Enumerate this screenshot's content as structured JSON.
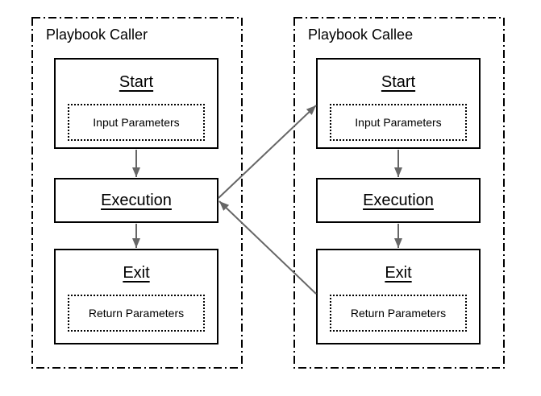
{
  "colors": {
    "box_border": "#000000",
    "container_border": "#000000",
    "arrow": "#666666",
    "background": "#ffffff"
  },
  "containers": [
    {
      "title": "Playbook Caller",
      "nodes": [
        {
          "label": "Start",
          "param": "Input Parameters"
        },
        {
          "label": "Execution"
        },
        {
          "label": "Exit",
          "param": "Return Parameters"
        }
      ]
    },
    {
      "title": "Playbook Callee",
      "nodes": [
        {
          "label": "Start",
          "param": "Input Parameters"
        },
        {
          "label": "Execution"
        },
        {
          "label": "Exit",
          "param": "Return Parameters"
        }
      ]
    }
  ],
  "edges": [
    {
      "from": "caller-start",
      "to": "caller-execution"
    },
    {
      "from": "caller-execution",
      "to": "caller-exit"
    },
    {
      "from": "callee-start",
      "to": "callee-execution"
    },
    {
      "from": "callee-execution",
      "to": "callee-exit"
    },
    {
      "from": "caller-execution",
      "to": "callee-start"
    },
    {
      "from": "callee-exit",
      "to": "caller-execution"
    }
  ]
}
